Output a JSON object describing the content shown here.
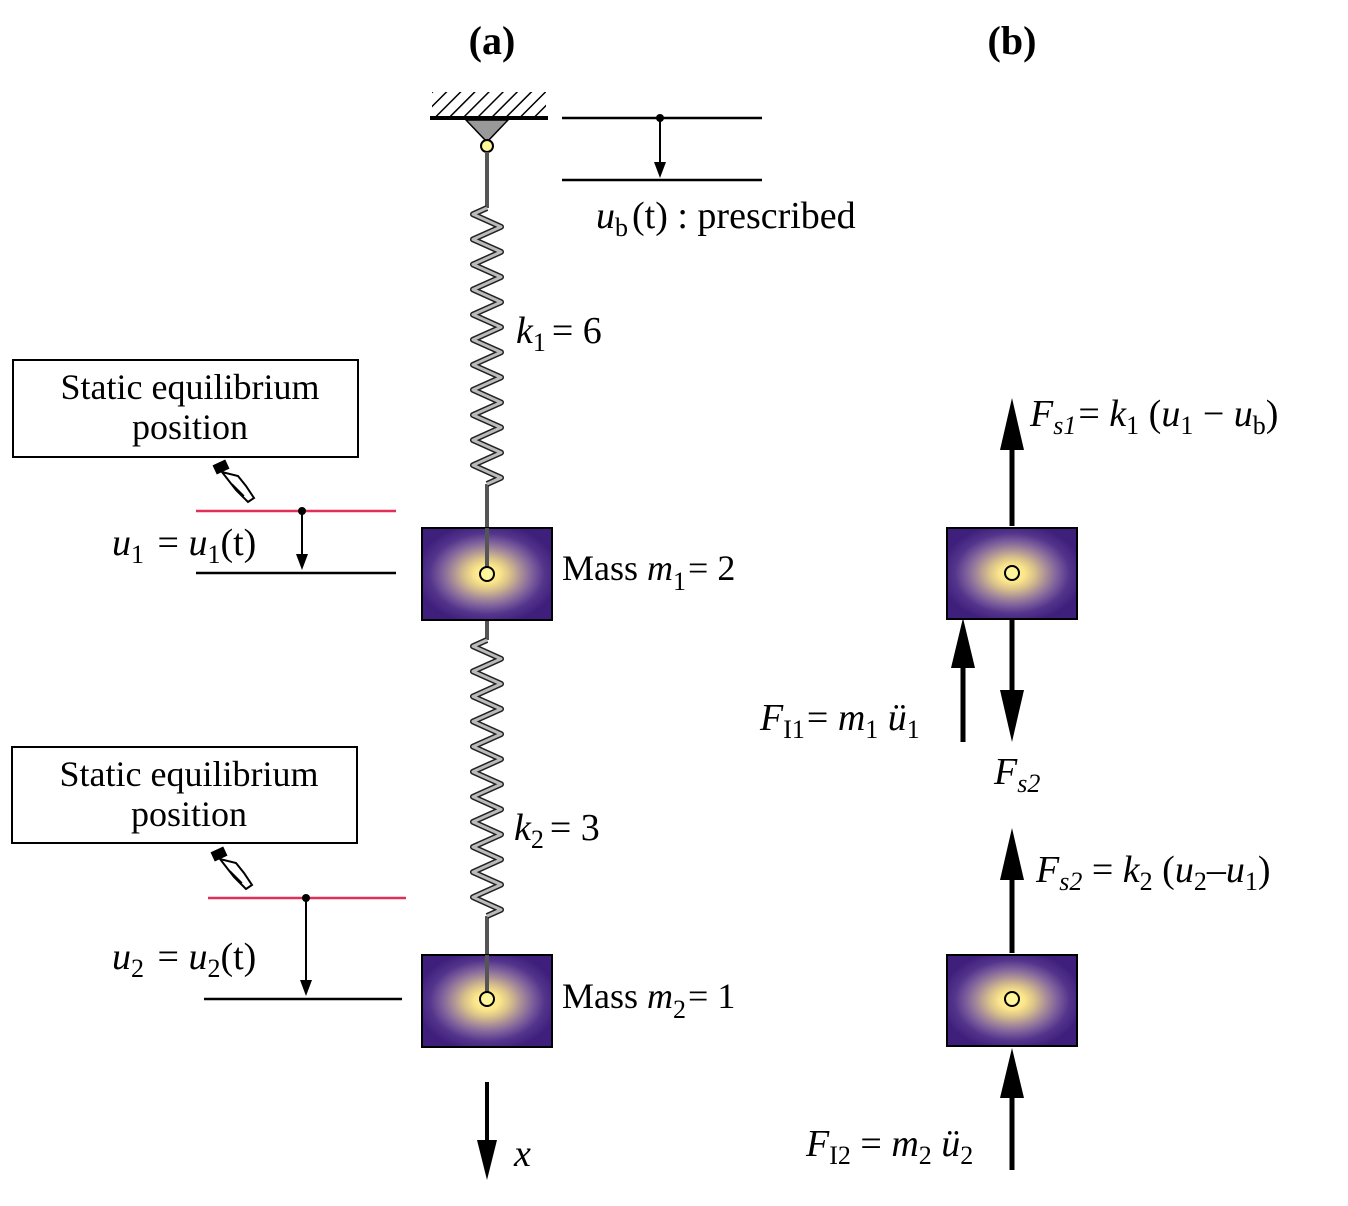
{
  "panels": {
    "a": "(a)",
    "b": "(b)"
  },
  "base": {
    "label_u": "u",
    "label_sub": "b",
    "label_rest": "(t) : prescribed"
  },
  "spring1": {
    "k": "k",
    "sub": "1",
    "eq": "= 6"
  },
  "spring2": {
    "k": "k",
    "sub": "2",
    "eq": "= 3"
  },
  "mass1": {
    "label": "Mass ",
    "m": "m",
    "sub": "1",
    "eq": "= 2"
  },
  "mass2": {
    "label": "Mass ",
    "m": "m",
    "sub": "2",
    "eq": "= 1"
  },
  "callout1": {
    "line1": "Static equilibrium",
    "line2": "position"
  },
  "callout2": {
    "line1": "Static equilibrium",
    "line2": "position"
  },
  "disp1": {
    "lhs": "u",
    "lhs_sub": "1",
    "mid": " = ",
    "rhs": "u",
    "rhs_sub": "1",
    "rhs_rest": "(t)"
  },
  "disp2": {
    "lhs": "u",
    "lhs_sub": "2",
    "mid": " = ",
    "rhs": "u",
    "rhs_sub": "2",
    "rhs_rest": "(t)"
  },
  "axis": {
    "label": "x"
  },
  "forces": {
    "fs1": {
      "F": "F",
      "sub": "s1",
      "eq": "= ",
      "k": "k",
      "k_sub": "1",
      "open": " (",
      "u1": "u",
      "u1_sub": "1",
      "minus": " − ",
      "ub": "u",
      "ub_sub": "b",
      "close": ")"
    },
    "fi1": {
      "F": "F",
      "sub": "I1",
      "eq": "= ",
      "m": "m",
      "m_sub": "1",
      "u": " ü",
      "u_sub": "1"
    },
    "fs2_down": {
      "F": "F",
      "sub": "s2"
    },
    "fs2": {
      "F": "F",
      "sub": "s2",
      "eq": " = ",
      "k": "k",
      "k_sub": "2",
      "open": " (",
      "u2": "u",
      "u2_sub": "2",
      "minus": "–",
      "u1": "u",
      "u1_sub": "1",
      "close": ")"
    },
    "fi2": {
      "F": "F",
      "sub": "I2",
      "eq": " = ",
      "m": "m",
      "m_sub": "2",
      "u": " ü",
      "u_sub": "2"
    }
  },
  "colors": {
    "mass_outer": "#3f1f7c",
    "mass_inner": "#fff59a",
    "ref_line": "#e0305a"
  }
}
